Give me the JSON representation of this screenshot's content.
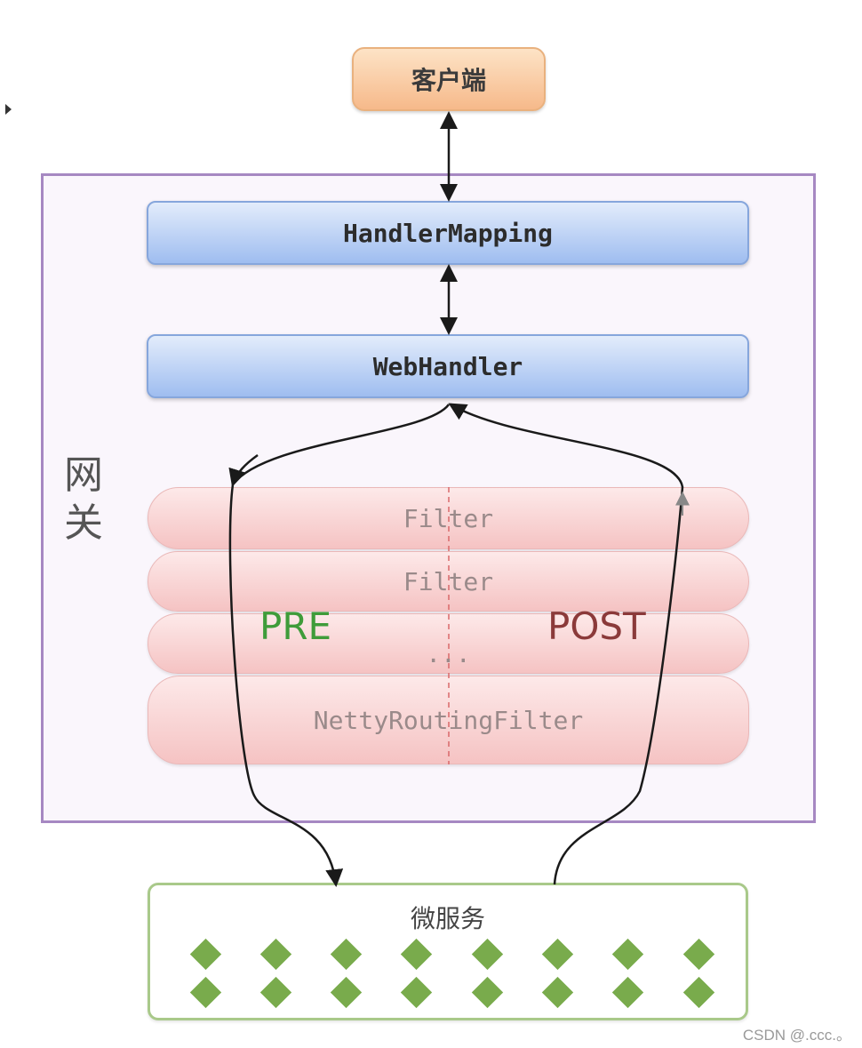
{
  "client": {
    "label": "客户端"
  },
  "gateway": {
    "label": "网关"
  },
  "handler_mapping": {
    "label": "HandlerMapping"
  },
  "web_handler": {
    "label": "WebHandler"
  },
  "filters": [
    {
      "label": "Filter"
    },
    {
      "label": "Filter"
    },
    {
      "label": "..."
    },
    {
      "label": "NettyRoutingFilter"
    }
  ],
  "phases": {
    "pre": "PRE",
    "post": "POST"
  },
  "microservice": {
    "label": "微服务",
    "node_rows": 2,
    "node_cols": 8
  },
  "watermark": "CSDN @.ccc.。",
  "colors": {
    "client": "#f6b98a",
    "gateway_border": "#a688c2",
    "handler_box": "#9fbdf0",
    "filter_box": "#f5c3c3",
    "pre_text": "#3f9c3a",
    "post_text": "#8b3a3a",
    "microservice_border": "#a9c98a",
    "microservice_node": "#79ab4c"
  }
}
